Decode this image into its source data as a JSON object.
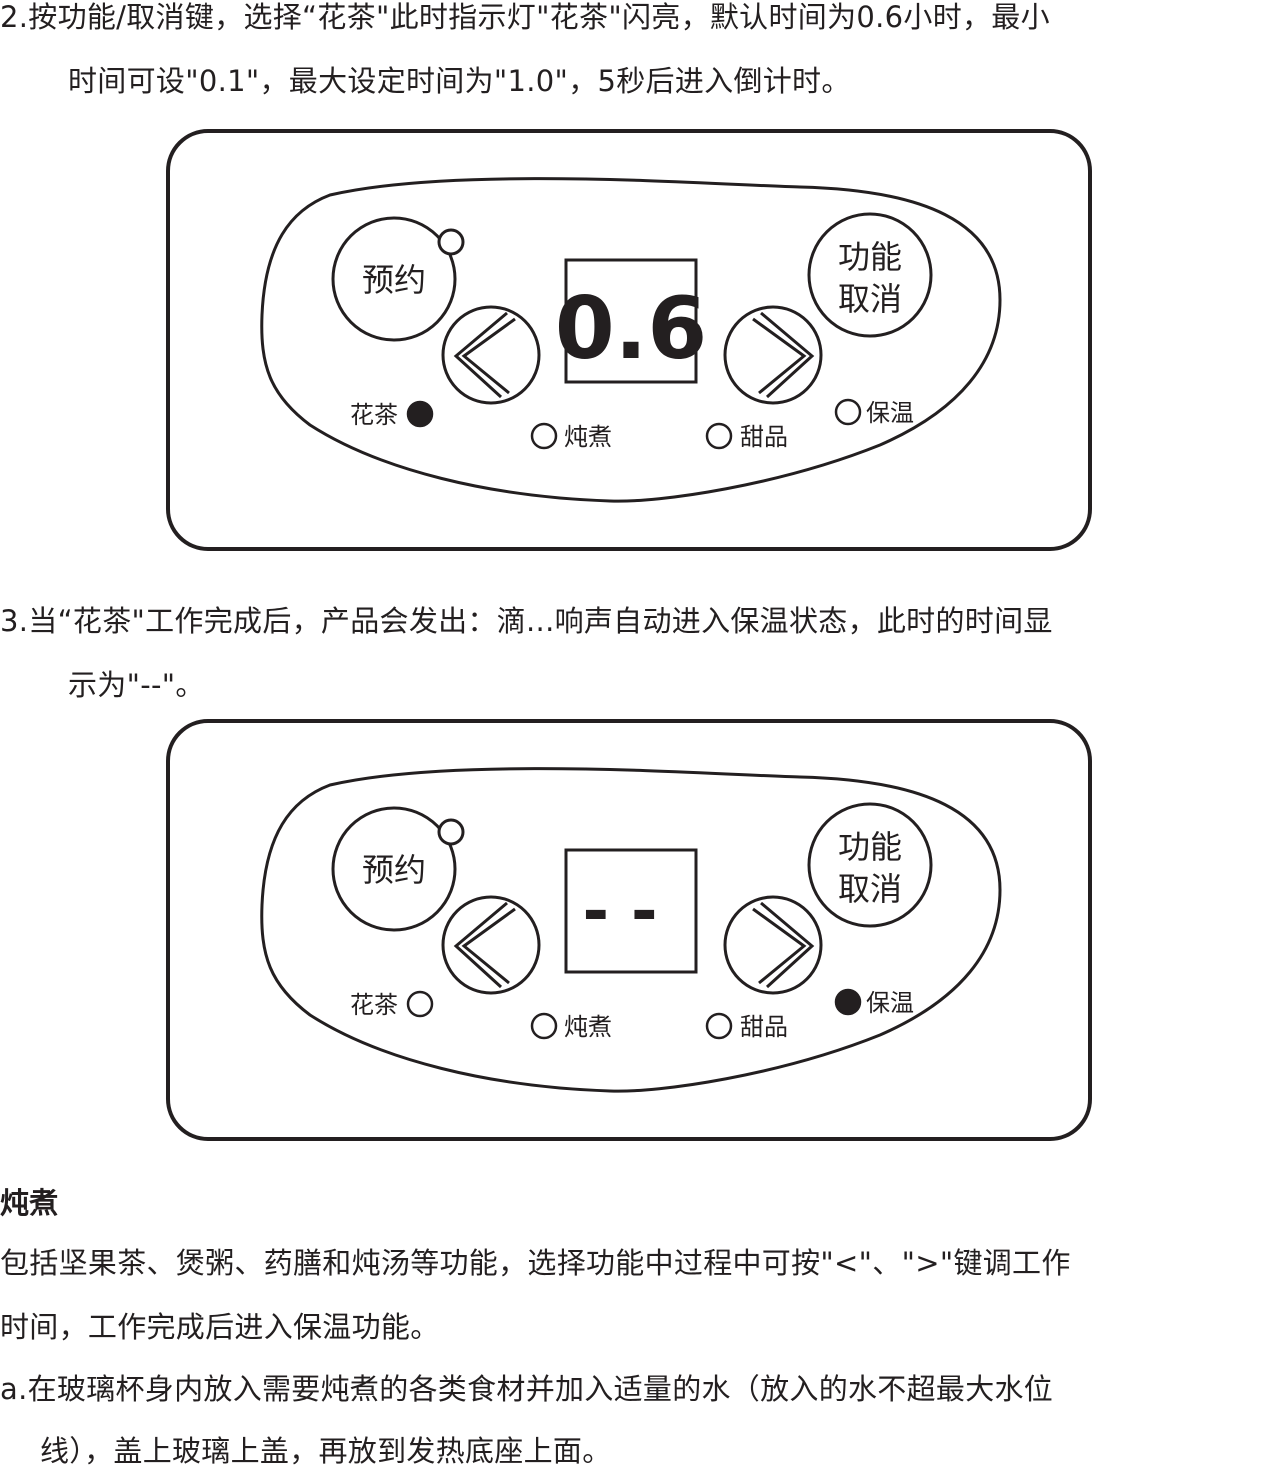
{
  "paragraphs": {
    "step2_line1": "2.按功能/取消键，选择“花茶\"此时指示灯\"花茶\"闪亮，默认时间为0.6小时，最小",
    "step2_line2": "时间可设\"0.1\"，最大设定时间为\"1.0\"，5秒后进入倒计时。",
    "step3_line1": "3.当“花茶\"工作完成后，产品会发出：滴...响声自动进入保温状态，此时的时间显",
    "step3_line2": "示为\"--\"。",
    "section_title": "炖煮",
    "body_line1": "包括坚果茶、煲粥、药膳和炖汤等功能，选择功能中过程中可按\"<\"、\">\"键调工作",
    "body_line2": "时间，工作完成后进入保温功能。",
    "item_a_line1": "a.在玻璃杯身内放入需要炖煮的各类食材并加入适量的水（放入的水不超最大水位",
    "item_a_line2": "线），盖上玻璃上盖，再放到发热底座上面。"
  },
  "panels": [
    {
      "display": "0.6",
      "buttons": {
        "reserve": "预约",
        "function_line1": "功能",
        "function_line2": "取消"
      },
      "indicators": [
        {
          "label": "花茶",
          "on": true
        },
        {
          "label": "炖煮",
          "on": false
        },
        {
          "label": "甜品",
          "on": false
        },
        {
          "label": "保温",
          "on": false
        }
      ]
    },
    {
      "display": "--",
      "buttons": {
        "reserve": "预约",
        "function_line1": "功能",
        "function_line2": "取消"
      },
      "indicators": [
        {
          "label": "花茶",
          "on": false
        },
        {
          "label": "炖煮",
          "on": false
        },
        {
          "label": "甜品",
          "on": false
        },
        {
          "label": "保温",
          "on": true
        }
      ]
    }
  ]
}
